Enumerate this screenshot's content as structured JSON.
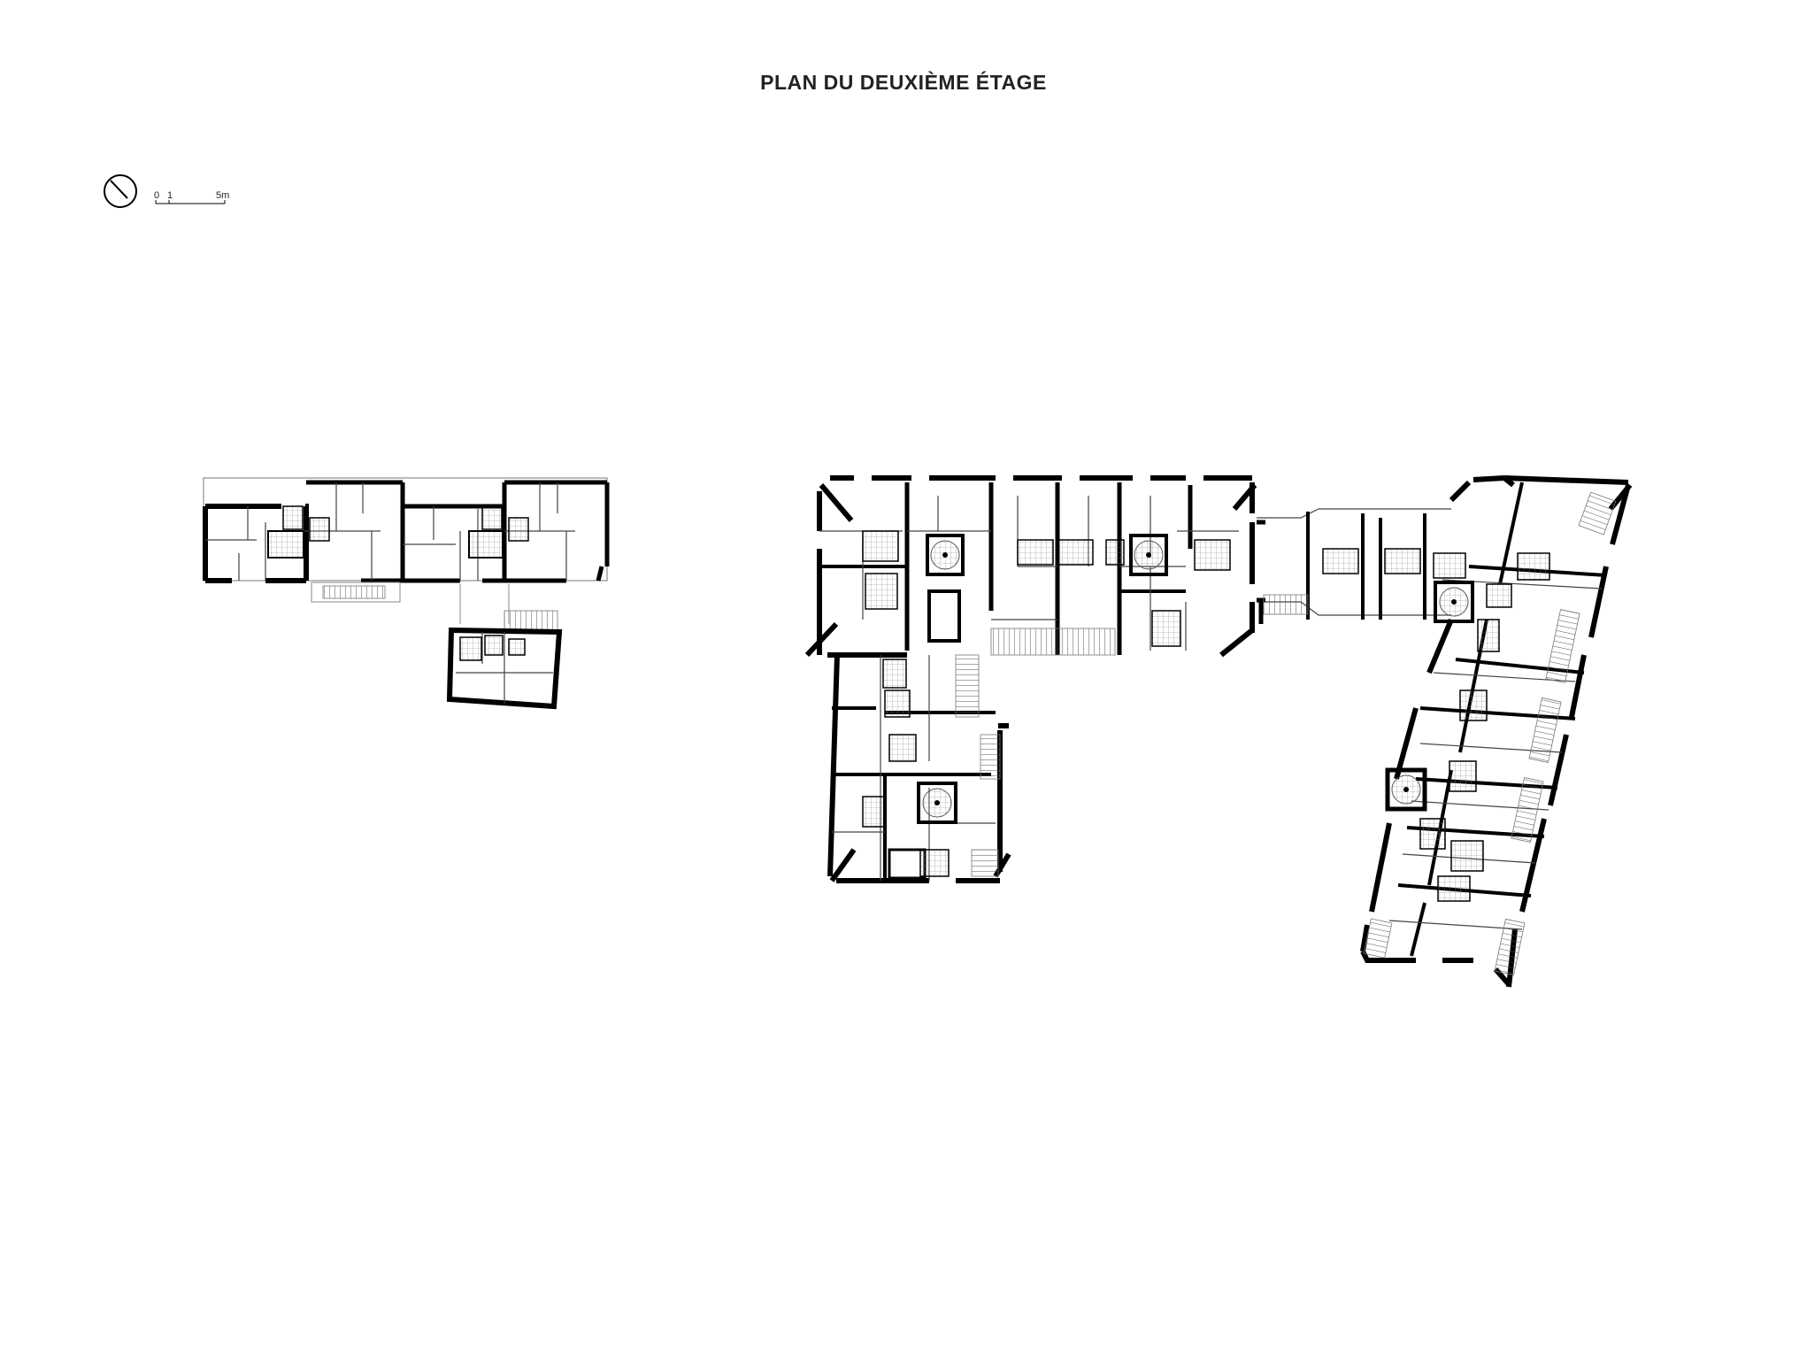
{
  "title": "PLAN DU DEUXIÈME ÉTAGE",
  "scale_bar": {
    "labels": [
      "0",
      "1",
      "5m"
    ]
  },
  "colors": {
    "wall": "#000000",
    "thin_line": "#555555",
    "background": "#ffffff"
  },
  "icons": {
    "north_arrow": "north-arrow-icon"
  }
}
